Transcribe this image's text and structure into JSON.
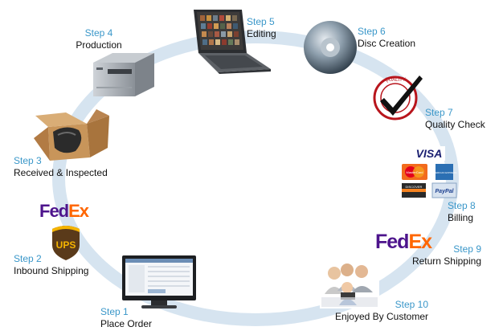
{
  "steps": [
    {
      "number": "Step 1",
      "label": "Place Order"
    },
    {
      "number": "Step 2",
      "label": "Inbound Shipping"
    },
    {
      "number": "Step 3",
      "label": "Received & Inspected"
    },
    {
      "number": "Step 4",
      "label": "Production"
    },
    {
      "number": "Step 5",
      "label": "Editing"
    },
    {
      "number": "Step 6",
      "label": "Disc Creation"
    },
    {
      "number": "Step 7",
      "label": "Quality Check"
    },
    {
      "number": "Step 8",
      "label": "Billing"
    },
    {
      "number": "Step 9",
      "label": "Return Shipping"
    },
    {
      "number": "Step 10",
      "label": "Enjoyed By Customer"
    }
  ],
  "logos": {
    "fedex_left": {
      "fed": "Fed",
      "ex": "Ex"
    },
    "fedex_right": {
      "fed": "Fed",
      "ex": "Ex"
    },
    "ups": "UPS",
    "quality_seal": "QUALITY",
    "visa": "VISA",
    "mastercard": "MasterCard",
    "amex": "AMERICAN EXPRESS",
    "discover": "DISCOVER",
    "paypal": "PayPal"
  },
  "colors": {
    "step_number": "#3a97c9",
    "step_label": "#111111",
    "ring": "#d6e4f0",
    "fedex_purple": "#4d148c",
    "fedex_orange": "#ff6600",
    "ups_brown": "#5a3a1a",
    "ups_gold": "#f5b400",
    "seal_red": "#b8151c"
  },
  "icons": [
    "monitor-icon",
    "ups-shield-icon",
    "open-box-icon",
    "film-scanner-icon",
    "laptop-icon",
    "dvd-disc-icon",
    "quality-seal-icon",
    "credit-cards-icon",
    "family-photo-icon"
  ]
}
